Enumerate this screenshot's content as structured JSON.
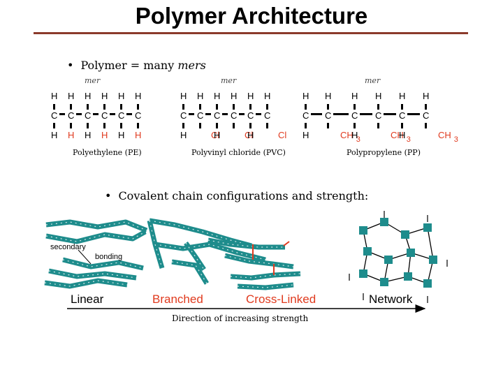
{
  "title": "Polymer Architecture",
  "bullet1": {
    "dot": "•",
    "lead": "Polymer = many ",
    "em": "mers"
  },
  "mer_label": "mer",
  "atoms": {
    "H": "H",
    "C": "C",
    "Cl": "Cl",
    "CH": "CH",
    "three": "3"
  },
  "molecules": [
    {
      "caption": "Polyethylene (PE)"
    },
    {
      "caption": "Polyvinyl chloride (PVC)"
    },
    {
      "caption": "Polypropylene (PP)"
    }
  ],
  "bullet2": {
    "dot": "•",
    "text": "Covalent chain configurations and strength:"
  },
  "chain_labels": {
    "secondary": "secondary",
    "bonding": "bonding"
  },
  "axis": {
    "categories": [
      "Linear",
      "Branched",
      "Cross-Linked",
      "Network"
    ],
    "direction": "Direction of increasing strength"
  },
  "colors": {
    "rule": "#8b3a2b",
    "chain": "#1e8c8c",
    "linear_cat": "#000000",
    "branched_cat": "#e03a1e",
    "crosslinked_cat": "#e03a1e",
    "network_cat": "#000000"
  }
}
